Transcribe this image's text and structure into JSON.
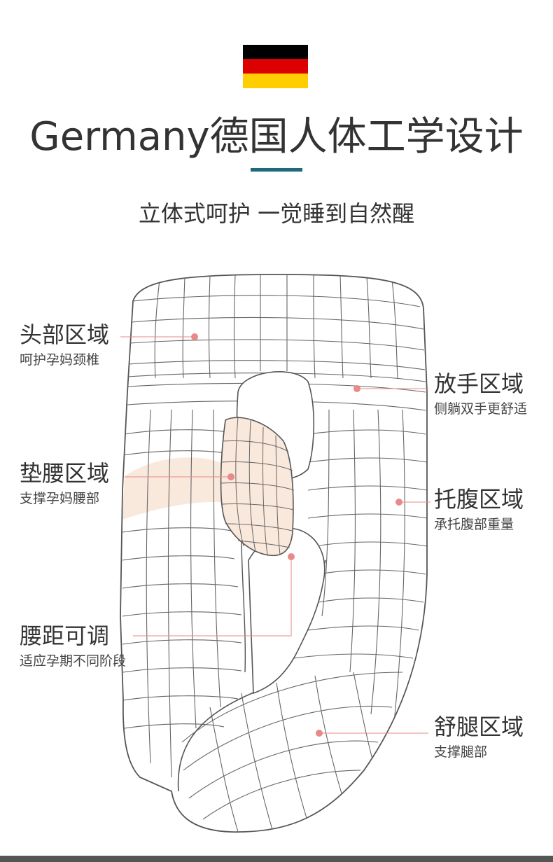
{
  "flag": {
    "colors": [
      "#000000",
      "#dd0000",
      "#ffce00"
    ]
  },
  "header": {
    "title": "Germany德国人体工学设计",
    "subtitle": "立体式呵护 一觉睡到自然醒",
    "rule_color": "#1e6a7a"
  },
  "zones": {
    "head": {
      "title": "头部区域",
      "desc": "呵护孕妈颈椎"
    },
    "arm": {
      "title": "放手区域",
      "desc": "侧躺双手更舒适"
    },
    "waist": {
      "title": "垫腰区域",
      "desc": "支撑孕妈腰部"
    },
    "belly": {
      "title": "托腹区域",
      "desc": "承托腹部重量"
    },
    "adjust": {
      "title": "腰距可调",
      "desc": "适应孕期不同阶段"
    },
    "leg": {
      "title": "舒腿区域",
      "desc": "支撑腿部"
    }
  },
  "colors": {
    "marker": "#e88a8a",
    "highlight": "#f9e8dc",
    "outline": "#555555"
  }
}
